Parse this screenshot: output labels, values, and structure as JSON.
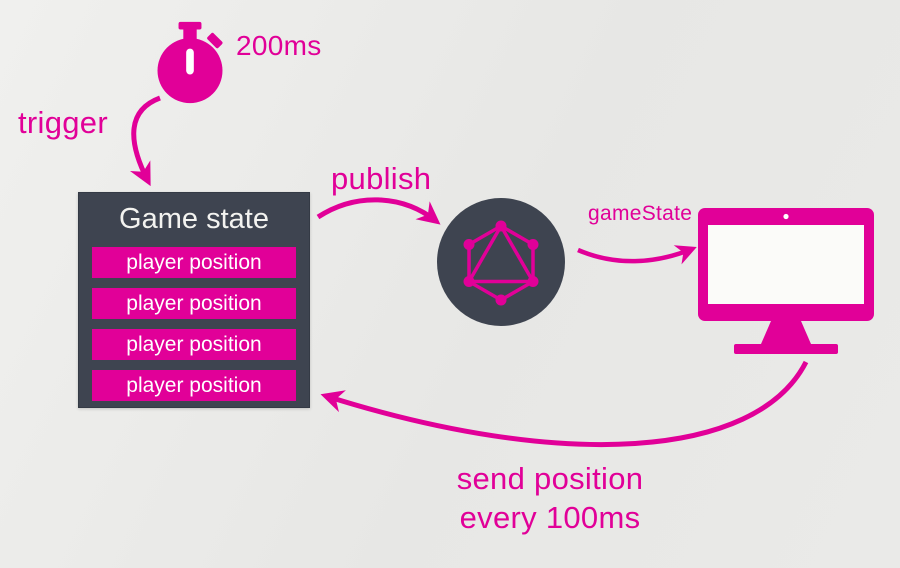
{
  "diagram": {
    "timer": {
      "icon": "stopwatch-icon",
      "label": "200ms"
    },
    "trigger_label": "trigger",
    "game_state_box": {
      "title": "Game state",
      "rows": [
        "player position",
        "player position",
        "player position",
        "player position"
      ]
    },
    "publish_label": "publish",
    "broker": {
      "icon": "graphql-logo-icon"
    },
    "gamestate_event_label": "gameState",
    "client": {
      "icon": "monitor-icon"
    },
    "feedback_label": {
      "line1": "send position",
      "line2": "every 100ms"
    }
  },
  "colors": {
    "accent": "#e10098",
    "dark_panel": "#3e4450",
    "background": "#e9e9e7",
    "row_text": "#ffffff"
  }
}
